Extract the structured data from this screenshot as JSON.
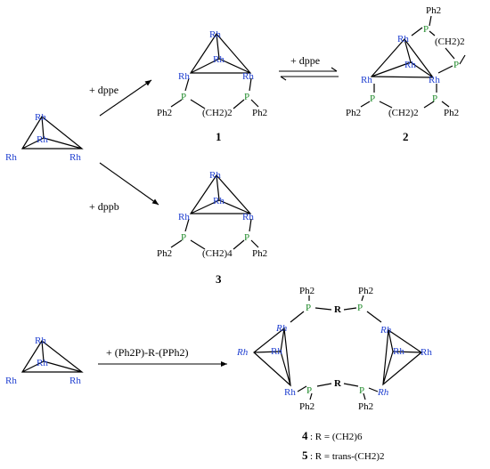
{
  "labels": {
    "rh": "Rh",
    "p": "P",
    "ph2": "Ph2",
    "bridge_ch2_2": "(CH2)2",
    "bridge_ch2_4": "(CH2)4",
    "r": "R"
  },
  "reagents": {
    "dppe_top": "+ dppe",
    "dppe_eq": "+ dppe",
    "dppb": "+ dppb",
    "bottom": "+ (Ph2P)-R-(PPh2)"
  },
  "compounds": {
    "c1": "1",
    "c2": "2",
    "c3": "3"
  },
  "legend": {
    "line4_num": "4",
    "line4_text": ": R = (CH2)6",
    "line5_num": "5",
    "line5_text": ": R = trans-(CH2)2"
  }
}
